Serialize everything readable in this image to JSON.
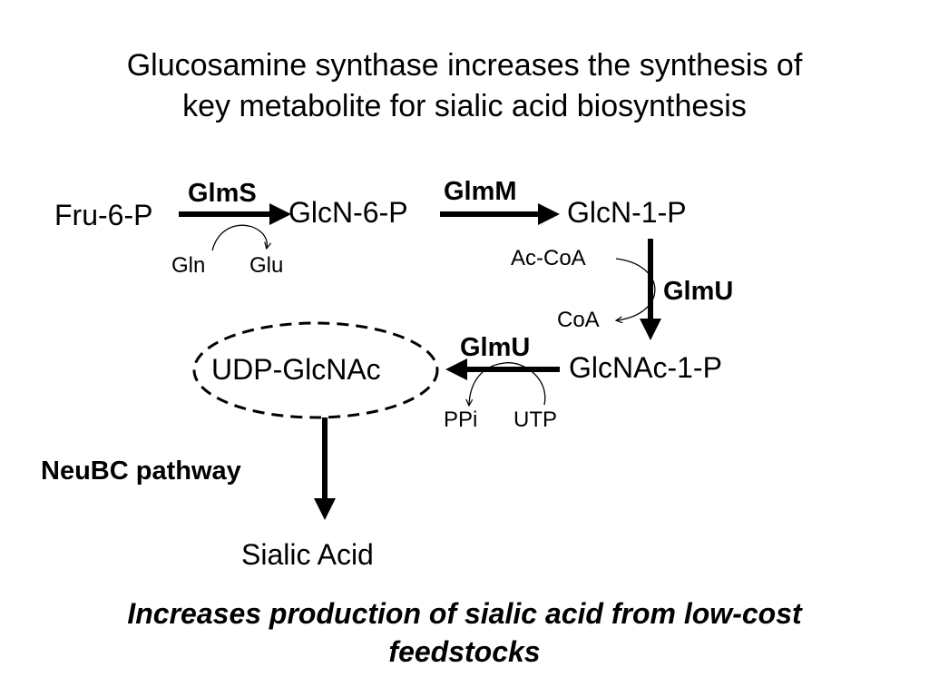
{
  "title": {
    "line1": "Glucosamine synthase increases the synthesis of",
    "line2": "key metabolite for sialic acid biosynthesis"
  },
  "pathway": {
    "metabolites": {
      "fru6p": "Fru-6-P",
      "glcn6p": "GlcN-6-P",
      "glcn1p": "GlcN-1-P",
      "glcnac1p": "GlcNAc-1-P",
      "udpglcnac": "UDP-GlcNAc",
      "sialic": "Sialic Acid"
    },
    "enzymes": {
      "glms": "GlmS",
      "glmm": "GlmM",
      "glmu_acetyl": "GlmU",
      "glmu_uridyl": "GlmU",
      "neubc": "NeuBC pathway"
    },
    "cofactors": {
      "gln": "Gln",
      "glu": "Glu",
      "accoa": "Ac-CoA",
      "coa": "CoA",
      "ppi": "PPi",
      "utp": "UTP"
    }
  },
  "footer": {
    "line1": "Increases production of sialic acid from low-cost",
    "line2": "feedstocks"
  },
  "colors": {
    "ink": "#000000",
    "background": "#ffffff"
  }
}
